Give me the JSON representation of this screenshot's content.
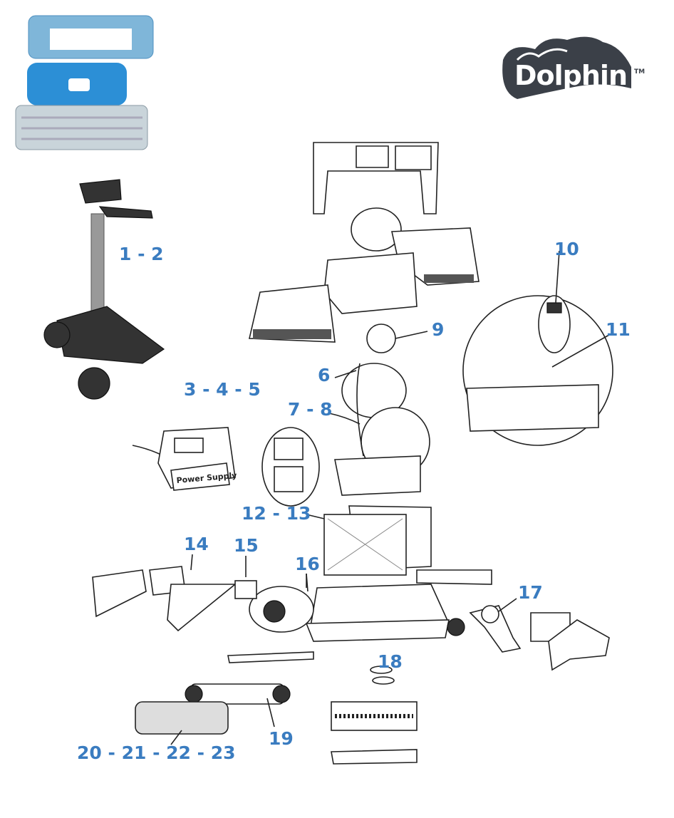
{
  "logo": {
    "brand": "Dolphin",
    "tm": "TM",
    "color": "#3b4048"
  },
  "label_color": "#3a7cc0",
  "labels": [
    {
      "id": "trolley",
      "text": "1 - 2"
    },
    {
      "id": "power-supply",
      "text": "3 - 4 - 5"
    },
    {
      "id": "swivel",
      "text": "6"
    },
    {
      "id": "cable",
      "text": "7 - 8"
    },
    {
      "id": "impeller-screw",
      "text": "9"
    },
    {
      "id": "impeller",
      "text": "10"
    },
    {
      "id": "motor-part",
      "text": "11"
    },
    {
      "id": "filter",
      "text": "12 - 13"
    },
    {
      "id": "track",
      "text": "14"
    },
    {
      "id": "wheel-pulley",
      "text": "15"
    },
    {
      "id": "bushing",
      "text": "16"
    },
    {
      "id": "pulley-right",
      "text": "17"
    },
    {
      "id": "bottom-lid-part",
      "text": "18"
    },
    {
      "id": "brush-roller",
      "text": "19"
    },
    {
      "id": "brush",
      "text": "20 - 21 - 22 - 23"
    }
  ],
  "power_supply_text": "Power Supply"
}
